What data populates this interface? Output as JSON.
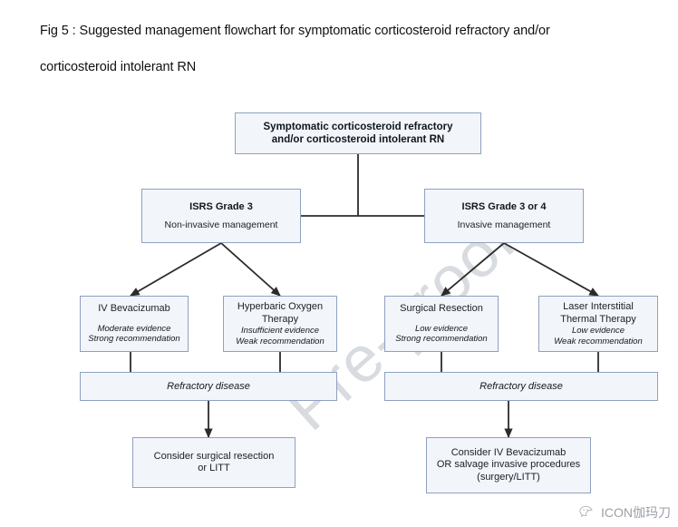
{
  "caption": {
    "line1": "Fig 5 : Suggested management flowchart for symptomatic corticosteroid refractory and/or",
    "line2": "corticosteroid intolerant RN"
  },
  "flowchart": {
    "type": "flowchart",
    "root": {
      "line1": "Symptomatic corticosteroid refractory",
      "line2": "and/or corticosteroid intolerant RN"
    },
    "branches": [
      {
        "title": "ISRS Grade 3",
        "subtitle": "Non-invasive management",
        "options": [
          {
            "name": "IV Bevacizumab",
            "evidence": "Moderate evidence",
            "recommendation": "Strong recommendation"
          },
          {
            "name_line1": "Hyperbaric Oxygen",
            "name_line2": "Therapy",
            "evidence": "Insufficient evidence",
            "recommendation": "Weak recommendation"
          }
        ],
        "refractory_label": "Refractory disease",
        "final": {
          "line1": "Consider surgical resection",
          "line2": "or LITT"
        }
      },
      {
        "title": "ISRS Grade 3 or 4",
        "subtitle": "Invasive management",
        "options": [
          {
            "name": "Surgical Resection",
            "evidence": "Low evidence",
            "recommendation": "Strong recommendation"
          },
          {
            "name_line1": "Laser Interstitial",
            "name_line2": "Thermal Therapy",
            "evidence": "Low evidence",
            "recommendation": "Weak recommendation"
          }
        ],
        "refractory_label": "Refractory disease",
        "final": {
          "line1": "Consider IV Bevacizumab",
          "line2": "OR salvage invasive procedures",
          "line3": "(surgery/LITT)"
        }
      }
    ],
    "colors": {
      "node_fill": "#f2f5fa",
      "node_border": "#8fa0c0",
      "connector": "#2b2b2b",
      "text": "#1a1a1a"
    }
  },
  "watermark": {
    "text": "Pre-proof"
  },
  "footer": {
    "account_name": "ICON伽玛刀",
    "icon": "wechat-icon"
  }
}
